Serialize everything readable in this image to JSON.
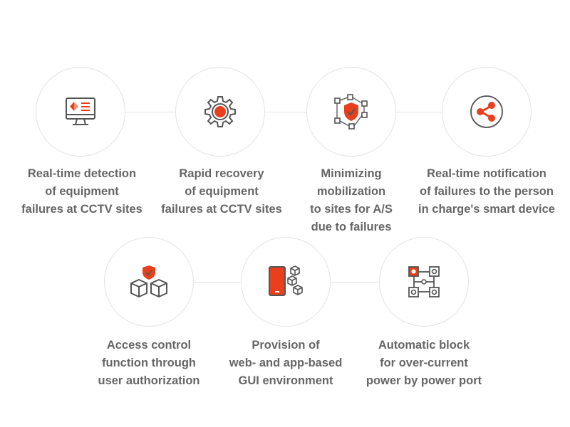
{
  "colors": {
    "accent": "#e8401c",
    "icon": "#555555",
    "text": "#666666",
    "line": "#e3e3e3"
  },
  "features": [
    {
      "icon": "monitor-alert-icon",
      "lines": [
        "Real-time detection",
        "of equipment",
        "failures at CCTV sites"
      ]
    },
    {
      "icon": "gear-icon",
      "lines": [
        "Rapid recovery",
        "of equipment",
        "failures at CCTV sites"
      ]
    },
    {
      "icon": "network-shield-icon",
      "lines": [
        "Minimizing",
        "mobilization",
        "to sites for A/S",
        "due to failures"
      ]
    },
    {
      "icon": "share-icon",
      "lines": [
        "Real-time notification",
        "of failures to the person",
        "in charge's smart device"
      ]
    },
    {
      "icon": "cubes-shield-icon",
      "lines": [
        "Access control",
        "function through",
        "user authorization"
      ]
    },
    {
      "icon": "phone-cubes-icon",
      "lines": [
        "Provision of",
        "web- and app-based",
        "GUI environment"
      ]
    },
    {
      "icon": "power-port-icon",
      "lines": [
        "Automatic block",
        "for over-current",
        "power by power port"
      ]
    }
  ]
}
